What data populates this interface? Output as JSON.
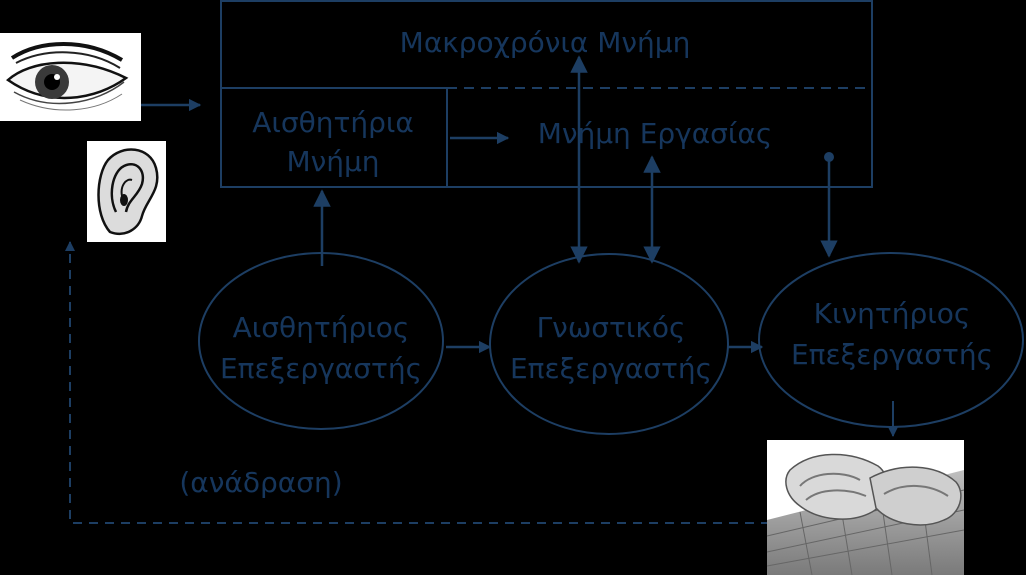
{
  "colors": {
    "background": "#000000",
    "stroke": "#1d3e63",
    "text": "#16365c",
    "image_bg": "#ffffff"
  },
  "memory": {
    "long_term": "Μακροχρόνια Μνήμη",
    "sensory_line1": "Αισθητήρια",
    "sensory_line2": "Μνήμη",
    "working": "Μνήμη Εργασίας"
  },
  "processors": {
    "perceptual_line1": "Αισθητήριος",
    "perceptual_line2": "Επεξεργαστής",
    "cognitive_line1": "Γνωστικός",
    "cognitive_line2": "Επεξεργαστής",
    "motor_line1": "Κινητήριος",
    "motor_line2": "Επεξεργαστής"
  },
  "feedback_label": "(ανάδραση)",
  "icons": [
    "eye-icon",
    "ear-icon",
    "typing-hands-icon"
  ]
}
